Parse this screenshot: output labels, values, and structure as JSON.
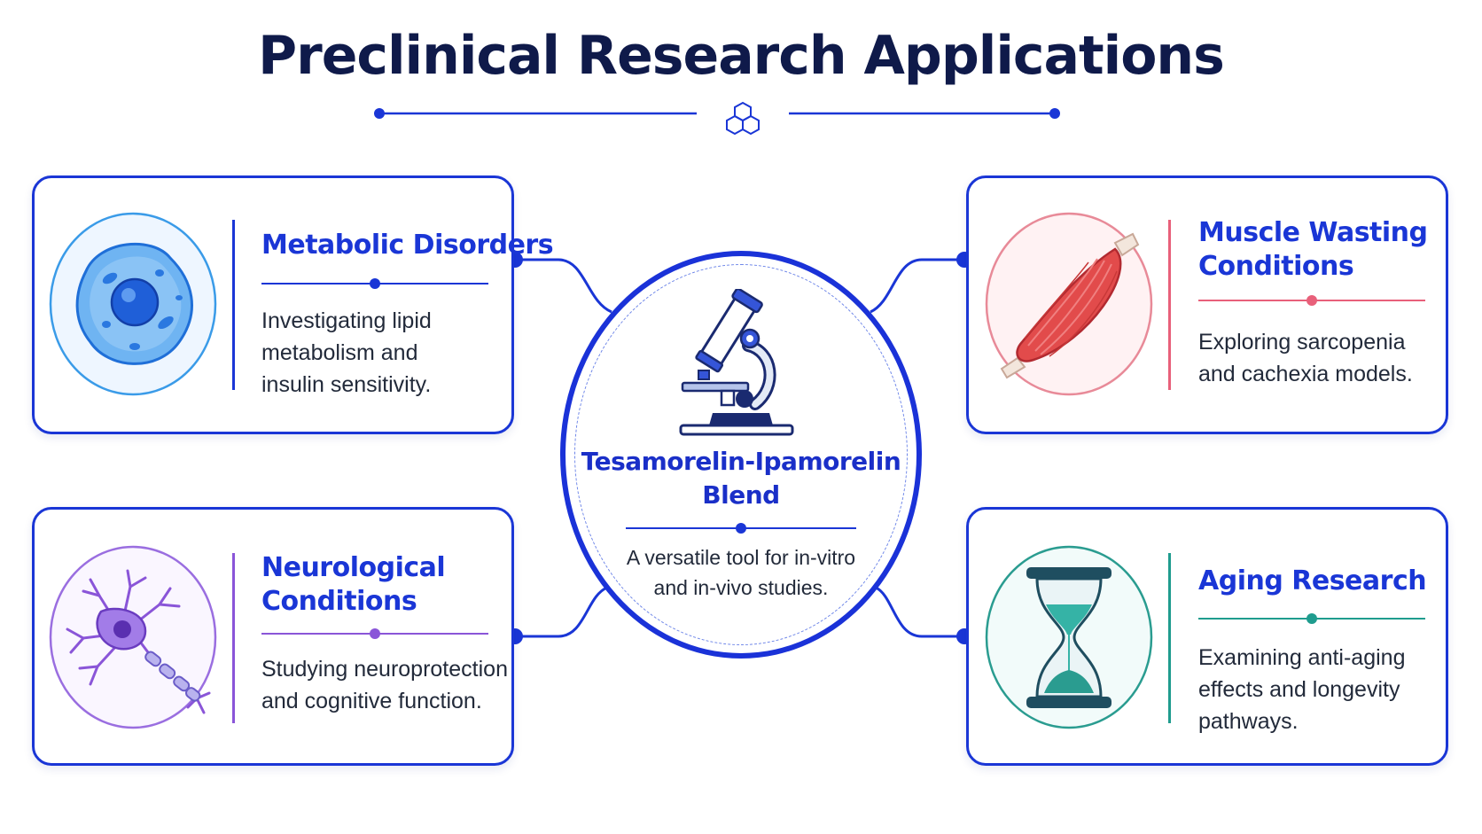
{
  "title": "Preclinical Research Applications",
  "center": {
    "title_line1": "Tesamorelin-Ipamorelin",
    "title_line2": "Blend",
    "text_line1": "A versatile tool for in-vitro",
    "text_line2": "and in-vivo studies.",
    "icon": "microscope-icon"
  },
  "cards": {
    "metabolic": {
      "title_line1": "Metabolic Disorders",
      "text_line1": "Investigating lipid",
      "text_line2": "metabolism and",
      "text_line3": "insulin sensitivity.",
      "icon": "cell-icon",
      "accent": "#1a36d6"
    },
    "muscle": {
      "title_line1": "Muscle Wasting",
      "title_line2": "Conditions",
      "text_line1": "Exploring sarcopenia",
      "text_line2": "and cachexia models.",
      "icon": "muscle-icon",
      "accent": "#e8607a"
    },
    "neuro": {
      "title_line1": "Neurological",
      "title_line2": "Conditions",
      "text_line1": "Studying neuroprotection",
      "text_line2": "and cognitive function.",
      "icon": "neuron-icon",
      "accent": "#8a55d8"
    },
    "aging": {
      "title_line1": "Aging Research",
      "text_line1": "Examining anti-aging",
      "text_line2": "effects and longevity",
      "text_line3": "pathways.",
      "icon": "hourglass-icon",
      "accent": "#1f9c8e"
    }
  },
  "colors": {
    "brand": "#1a36d6",
    "title": "#0f1a4a"
  }
}
